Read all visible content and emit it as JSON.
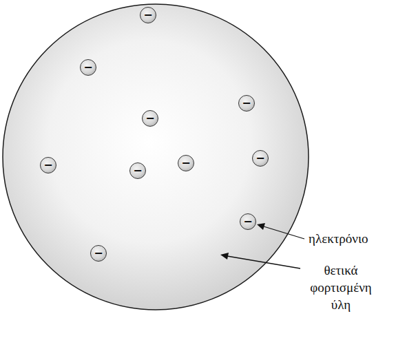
{
  "diagram": {
    "nodes": [
      {
        "text": [
          "−"
        ]
      },
      {
        "text": [
          "−"
        ]
      },
      {
        "text": [
          "−"
        ]
      },
      {
        "text": [
          "−"
        ]
      },
      {
        "text": [
          "−"
        ]
      },
      {
        "text": [
          "−"
        ]
      },
      {
        "text": [
          "−"
        ]
      },
      {
        "text": [
          "−"
        ]
      },
      {
        "text": [
          "−"
        ]
      },
      {
        "text": [
          "−"
        ]
      }
    ],
    "labels": [
      "ηλεκτρόνιο",
      "θετικά φορτισμένη ύλη"
    ]
  }
}
